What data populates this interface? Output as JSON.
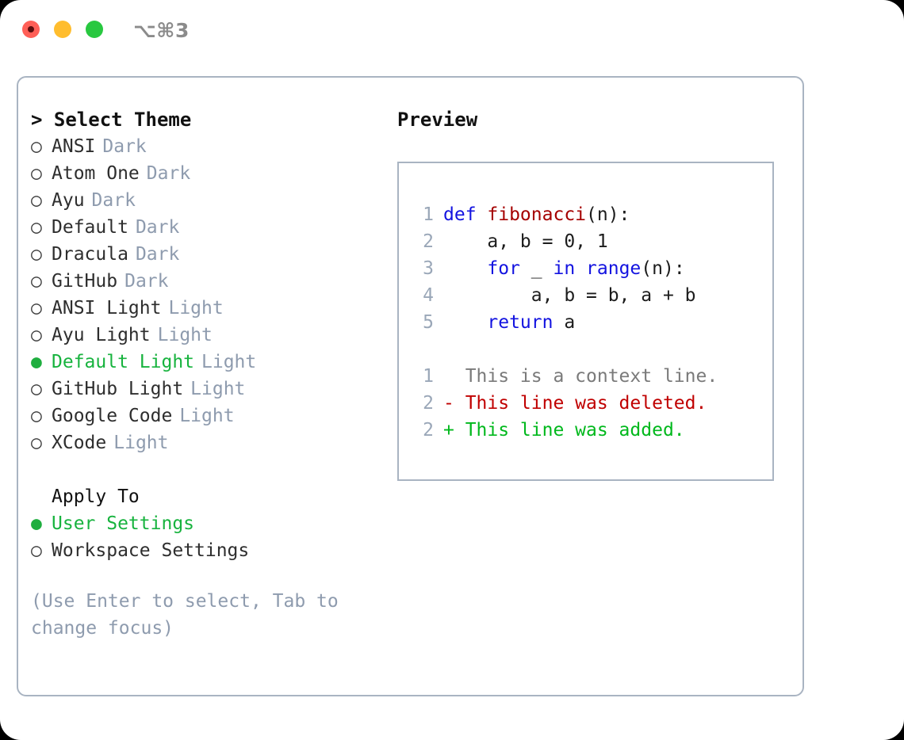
{
  "titlebar": {
    "shortcut": "⌥⌘3",
    "buttons": [
      {
        "name": "close",
        "color": "#ff5f57"
      },
      {
        "name": "minimize",
        "color": "#ffbd2e"
      },
      {
        "name": "maximize",
        "color": "#28c840"
      }
    ]
  },
  "theme_panel": {
    "heading": "Select Theme",
    "caret": ">",
    "marker_selected": "●",
    "marker_unselected": "○",
    "items": [
      {
        "label": "ANSI",
        "suffix": "Dark",
        "selected": false
      },
      {
        "label": "Atom One",
        "suffix": "Dark",
        "selected": false
      },
      {
        "label": "Ayu",
        "suffix": "Dark",
        "selected": false
      },
      {
        "label": "Default",
        "suffix": "Dark",
        "selected": false
      },
      {
        "label": "Dracula",
        "suffix": "Dark",
        "selected": false
      },
      {
        "label": "GitHub",
        "suffix": "Dark",
        "selected": false
      },
      {
        "label": "ANSI Light",
        "suffix": "Light",
        "selected": false
      },
      {
        "label": "Ayu Light",
        "suffix": "Light",
        "selected": false
      },
      {
        "label": "Default Light",
        "suffix": "Light",
        "selected": true
      },
      {
        "label": "GitHub Light",
        "suffix": "Light",
        "selected": false
      },
      {
        "label": "Google Code",
        "suffix": "Light",
        "selected": false
      },
      {
        "label": "XCode",
        "suffix": "Light",
        "selected": false
      }
    ]
  },
  "apply_to": {
    "heading": "Apply To",
    "items": [
      {
        "label": "User Settings",
        "selected": true
      },
      {
        "label": "Workspace Settings",
        "selected": false
      }
    ]
  },
  "hint": "(Use Enter to select, Tab to change focus)",
  "preview": {
    "heading": "Preview",
    "code_lines": [
      {
        "num": "1",
        "tokens": [
          {
            "text": "def ",
            "kind": "kw"
          },
          {
            "text": "fibonacci",
            "kind": "fn"
          },
          {
            "text": "(n):",
            "kind": "plain"
          }
        ]
      },
      {
        "num": "2",
        "tokens": [
          {
            "text": "    a, b = 0, 1",
            "kind": "plain"
          }
        ]
      },
      {
        "num": "3",
        "tokens": [
          {
            "text": "    ",
            "kind": "plain"
          },
          {
            "text": "for",
            "kind": "kw"
          },
          {
            "text": " _ ",
            "kind": "plain"
          },
          {
            "text": "in",
            "kind": "kw"
          },
          {
            "text": " ",
            "kind": "plain"
          },
          {
            "text": "range",
            "kind": "kw"
          },
          {
            "text": "(n):",
            "kind": "plain"
          }
        ]
      },
      {
        "num": "4",
        "tokens": [
          {
            "text": "        a, b = b, a + b",
            "kind": "plain"
          }
        ]
      },
      {
        "num": "5",
        "tokens": [
          {
            "text": "    ",
            "kind": "plain"
          },
          {
            "text": "return",
            "kind": "kw"
          },
          {
            "text": " a",
            "kind": "plain"
          }
        ]
      }
    ],
    "diff_lines": [
      {
        "num": "1",
        "sign": " ",
        "text": " This is a context line.",
        "kind": "context"
      },
      {
        "num": "2",
        "sign": "-",
        "text": " This line was deleted.",
        "kind": "del"
      },
      {
        "num": "2",
        "sign": "+",
        "text": " This line was added.",
        "kind": "add"
      }
    ]
  },
  "colors": {
    "selected_green": "#17b33e",
    "muted_slate": "#8e9bae",
    "keyword_blue": "#1313e0",
    "function_red": "#a50000",
    "diff_delete": "#c00000",
    "diff_add": "#00b81c",
    "border": "#a9b4c2"
  }
}
